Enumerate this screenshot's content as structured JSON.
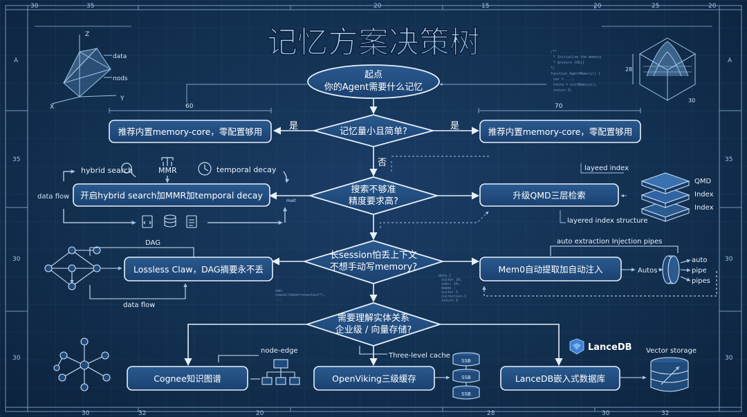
{
  "title": "记忆方案决策树",
  "start": {
    "line1": "起点",
    "line2": "你的Agent需要什么记忆"
  },
  "decisions": [
    {
      "line1": "记忆量小且简单?"
    },
    {
      "line1": "搜索不够准",
      "line2": "精度要求高?"
    },
    {
      "line1": "长session怕丢上下文",
      "line2": "不想手动写memory?"
    },
    {
      "line1": "需要理解实体关系",
      "line2": "企业级 / 向量存储?"
    }
  ],
  "edge_labels": {
    "yes_left": "是",
    "yes_right": "是",
    "no": "否"
  },
  "results": {
    "memory_core_left": "推荐内置memory-core，零配置够用",
    "memory_core_right": "推荐内置memory-core，零配置够用",
    "hybrid": "开启hybrid search加MMR加temporal decay",
    "qmd": "升级QMD三层检索",
    "lossless": "Lossless Claw，DAG摘要永不丢",
    "mem0": "Mem0自动提取加自动注入",
    "cognee": "Cognee知识图谱",
    "openviking": "OpenViking三级缓存",
    "lancedb": "LanceDB嵌入式数据库"
  },
  "annotations": {
    "hybrid_search": "hybrid search",
    "mmr": "MMR",
    "temporal_decay": "temporal decay",
    "data_flow_left": "data flow",
    "layered_index_top": "layeed index",
    "qmd": "QMD",
    "index1": "Index",
    "index2": "Index",
    "layered_structure": "layered index structure",
    "dag": "DAG",
    "data_flow_bottom": "data flow",
    "auto_extraction": "auto extraction Injection pipes",
    "autos": "Autos",
    "auto": "auto",
    "pipe": "pipe",
    "pipes": "pipes",
    "node_edge": "node-edge",
    "three_level_cache": "Three-level cache",
    "ssb1": "SSB",
    "ssb2": "SSB",
    "ssb3": "SSB",
    "lancedb_logo": "LanceDB",
    "vector_storage": "Vector storage",
    "data": "data",
    "nods": "nods",
    "mait": "mait"
  },
  "dimensions": {
    "left": "60",
    "right": "70",
    "cube_side": "28",
    "cube_depth": "30"
  },
  "axis_labels": {
    "x": "X",
    "y": "Y",
    "z": "Z"
  },
  "frame_ticks": {
    "top": [
      "30",
      "35",
      "20",
      "15",
      "20",
      "25",
      "20"
    ],
    "bottom": [
      "30",
      "32",
      "20",
      "28",
      "30",
      "32"
    ],
    "left": [
      "A",
      "35",
      "30",
      "30"
    ],
    "right": [
      "A",
      "35",
      "30",
      "30"
    ]
  },
  "colors": {
    "background": "#12304f",
    "node_fill": "#1f4a7a",
    "node_stroke": "#bcd6f2",
    "line": "#e8f1fb",
    "accent": "#7fb3ea"
  }
}
